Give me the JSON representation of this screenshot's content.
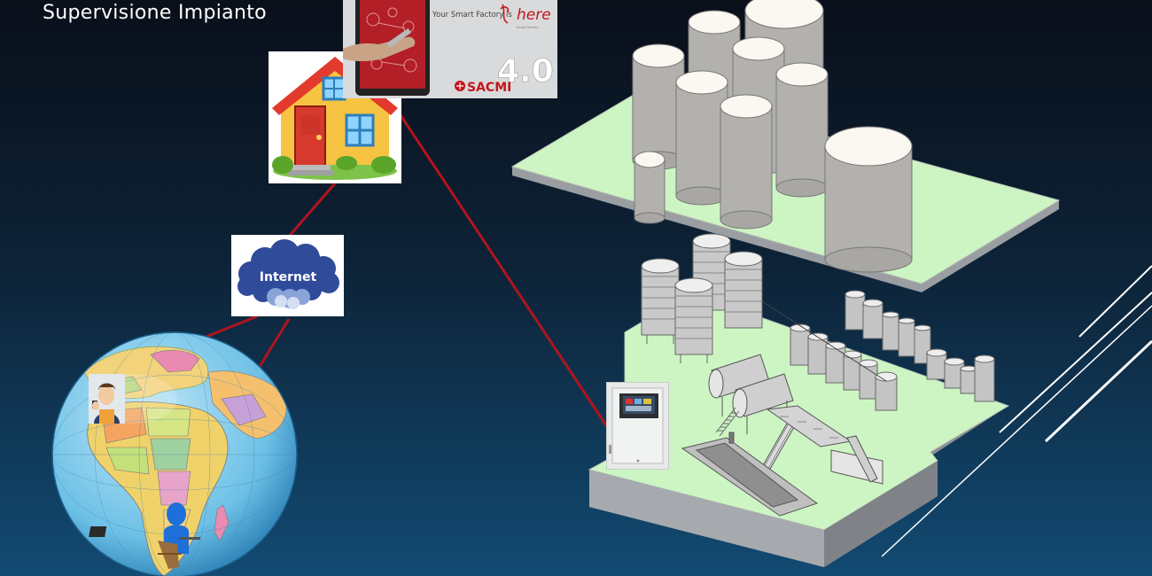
{
  "slide": {
    "title": "Supervisione Impianto"
  },
  "banner": {
    "tagline": "Your Smart Factory is",
    "here_word": "here",
    "brand": "SACMI",
    "version": "4.0"
  },
  "internet": {
    "label": "Internet"
  },
  "colors": {
    "background_top": "#0a0f1a",
    "background_bottom": "#124a72",
    "connection_line": "#b0141e",
    "platform_floor": "#cdf5c4",
    "brand_red": "#c4161c"
  },
  "icons": {
    "house": "house-icon",
    "cloud": "cloud-icon",
    "globe": "globe-icon",
    "technician": "technician-icon",
    "remote_user": "remote-user-icon",
    "control_cabinet": "control-cabinet-icon"
  }
}
